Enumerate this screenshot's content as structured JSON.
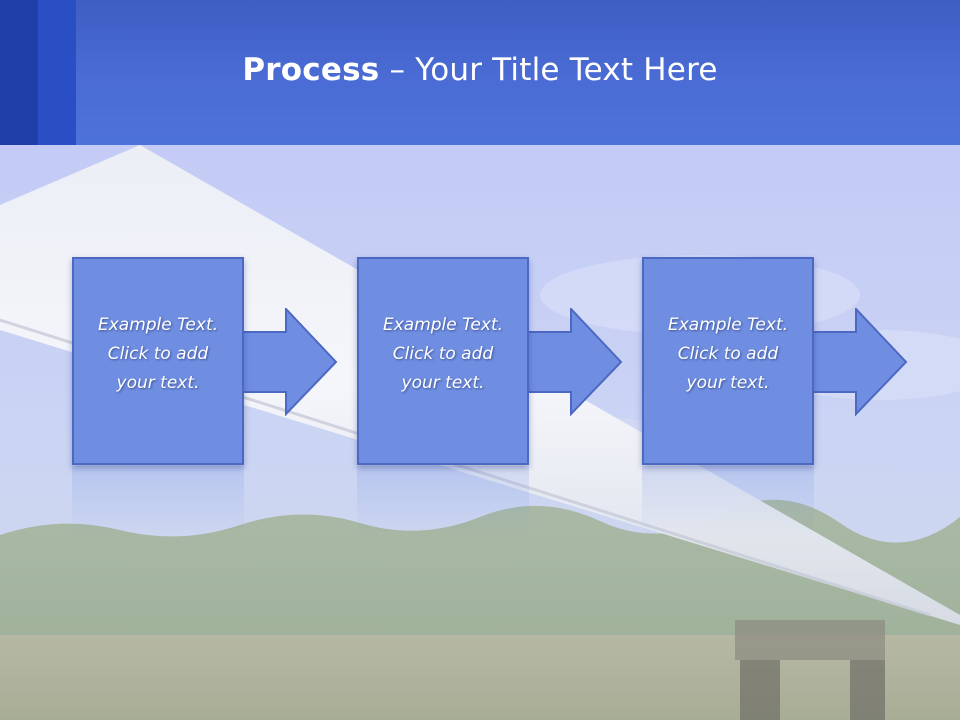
{
  "slide": {
    "title_bold": "Process",
    "title_rest": " – Your Title Text Here"
  },
  "steps": [
    {
      "text": "Example Text.\nClick  to add\nyour text."
    },
    {
      "text": "Example Text.\nClick  to add\nyour text."
    },
    {
      "text": "Example Text.\nClick  to add\nyour text."
    }
  ],
  "colors": {
    "header": "#4a6cd4",
    "box_fill": "#6f8ee2",
    "box_border": "#4d68c2"
  }
}
